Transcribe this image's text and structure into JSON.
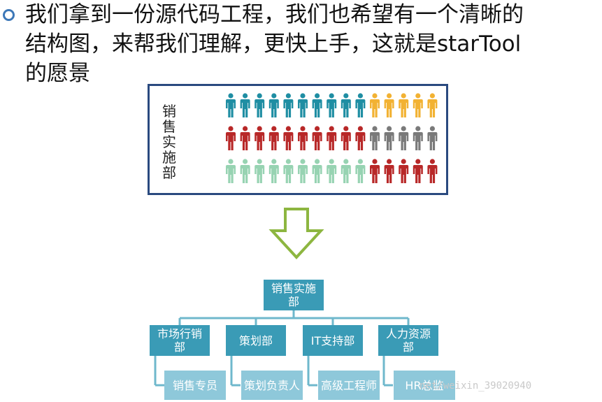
{
  "intro": {
    "text": "我们拿到一份源代码工程，我们也希望有一个清晰的\n结构图，来帮我们理解，更快上手，这就是starTool\n的愿景"
  },
  "crowd": {
    "label": "销售实施部",
    "rows": [
      {
        "a_count": 10,
        "a_color": "#1f8ea3",
        "b_count": 5,
        "b_color": "#f2b233"
      },
      {
        "a_count": 10,
        "a_color": "#b82828",
        "b_count": 5,
        "b_color": "#7a7a7a"
      },
      {
        "a_count": 10,
        "a_color": "#97d3b2",
        "b_count": 5,
        "b_color": "#b82828"
      }
    ]
  },
  "arrow": {
    "color": "#8db640"
  },
  "org": {
    "root": "销售实施部",
    "departments": [
      {
        "name": "市场行销部",
        "child": "销售专员"
      },
      {
        "name": "策划部",
        "child": "策划负责人"
      },
      {
        "name": "IT支持部",
        "child": "高级工程师"
      },
      {
        "name": "人力资源部",
        "child": "HR总监"
      }
    ],
    "node_color": "#3a9bb6",
    "sub_color": "#8ec8da",
    "line_color": "#6fb8cc"
  },
  "watermark": "net/weixin_39020940"
}
